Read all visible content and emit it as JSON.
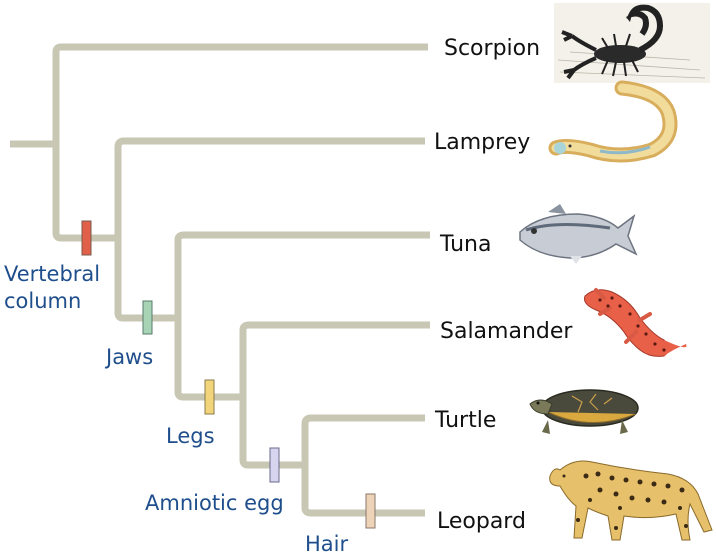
{
  "taxa": {
    "scorpion": "Scorpion",
    "lamprey": "Lamprey",
    "tuna": "Tuna",
    "salamander": "Salamander",
    "turtle": "Turtle",
    "leopard": "Leopard"
  },
  "traits": {
    "vertebral_column": {
      "line1": "Vertebral",
      "line2": "column",
      "color": "#e0604a"
    },
    "jaws": {
      "label": "Jaws",
      "color": "#a6d4b5"
    },
    "legs": {
      "label": "Legs",
      "color": "#f2d57a"
    },
    "amniotic_egg": {
      "label": "Amniotic egg",
      "color": "#d6d4ee"
    },
    "hair": {
      "label": "Hair",
      "color": "#edd3b8"
    }
  },
  "colors": {
    "branch": "#c8c7b4",
    "trait_text": "#1f4e8c"
  },
  "icons": [
    "scorpion-icon",
    "lamprey-icon",
    "tuna-icon",
    "salamander-icon",
    "turtle-icon",
    "leopard-icon"
  ]
}
